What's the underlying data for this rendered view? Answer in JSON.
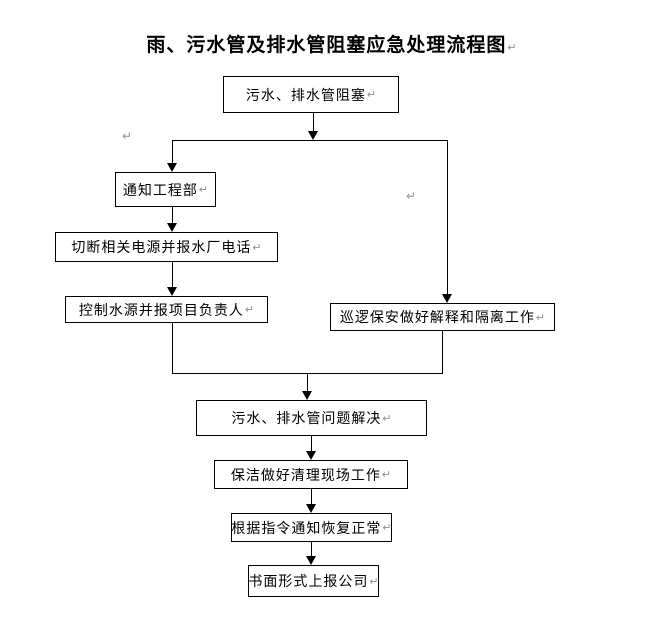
{
  "title": "雨、污水管及排水管阻塞应急处理流程图",
  "paragraph_mark": "↵",
  "flowchart": {
    "boxes": [
      {
        "id": "start",
        "label": "污水、排水管阻塞"
      },
      {
        "id": "notify-engineering",
        "label": "通知工程部"
      },
      {
        "id": "cut-power",
        "label": "切断相关电源并报水厂电话"
      },
      {
        "id": "control-water",
        "label": "控制水源并报项目负责人"
      },
      {
        "id": "security-isolation",
        "label": "巡逻保安做好解释和隔离工作"
      },
      {
        "id": "problem-solved",
        "label": "污水、排水管问题解决"
      },
      {
        "id": "site-cleanup",
        "label": "保洁做好清理现场工作"
      },
      {
        "id": "restore-normal",
        "label": "根据指令通知恢复正常"
      },
      {
        "id": "written-report",
        "label": "书面形式上报公司"
      }
    ]
  },
  "colors": {
    "background": "#ffffff",
    "line": "#000000",
    "text": "#000000",
    "paragraph_mark": "#909090"
  }
}
